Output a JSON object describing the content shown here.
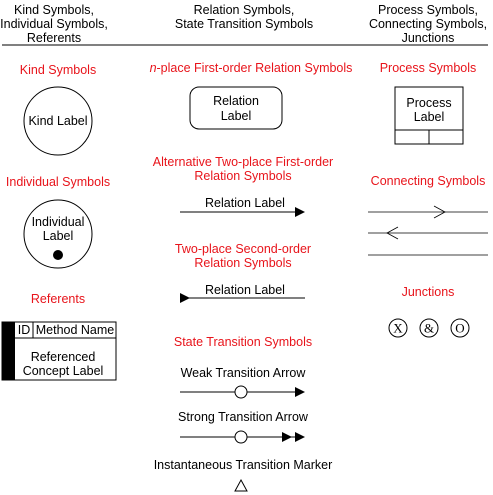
{
  "columns": {
    "kind": {
      "line1": "Kind Symbols,",
      "line2": "Individual Symbols,",
      "line3": "Referents"
    },
    "relation": {
      "line1": "Relation Symbols,",
      "line2": "State Transition Symbols"
    },
    "process": {
      "line1": "Process Symbols,",
      "line2": "Connecting  Symbols,",
      "line3": "Junctions"
    }
  },
  "kind_symbols": {
    "title": "Kind Symbols",
    "label": "Kind Label"
  },
  "individual_symbols": {
    "title": "Individual Symbols",
    "label_line1": "Individual",
    "label_line2": "Label"
  },
  "referents": {
    "title": "Referents",
    "id_label": "ID",
    "method_label": "Method Name",
    "concept_line1": "Referenced",
    "concept_line2": "Concept Label"
  },
  "nplace": {
    "title_prefix": "n",
    "title_rest": "-place First-order Relation Symbols",
    "label_line1": "Relation",
    "label_line2": "Label"
  },
  "alt_two_place": {
    "title_line1": "Alternative Two-place  First-order",
    "title_line2": "Relation Symbols",
    "label": "Relation Label"
  },
  "two_place_second": {
    "title_line1": "Two-place  Second-order",
    "title_line2": "Relation Symbols",
    "label": "Relation Label"
  },
  "state_transition": {
    "title": "State Transition Symbols",
    "weak_label": "Weak Transition Arrow",
    "strong_label": "Strong Transition Arrow",
    "instant_label": "Instantaneous Transition Marker"
  },
  "process_symbols": {
    "title": "Process Symbols",
    "label_line1": "Process",
    "label_line2": "Label"
  },
  "connecting_symbols": {
    "title": "Connecting Symbols"
  },
  "junctions": {
    "title": "Junctions",
    "items": [
      "X",
      "&",
      "O"
    ]
  },
  "colors": {
    "heading": "#e8141b",
    "stroke": "#000000"
  }
}
